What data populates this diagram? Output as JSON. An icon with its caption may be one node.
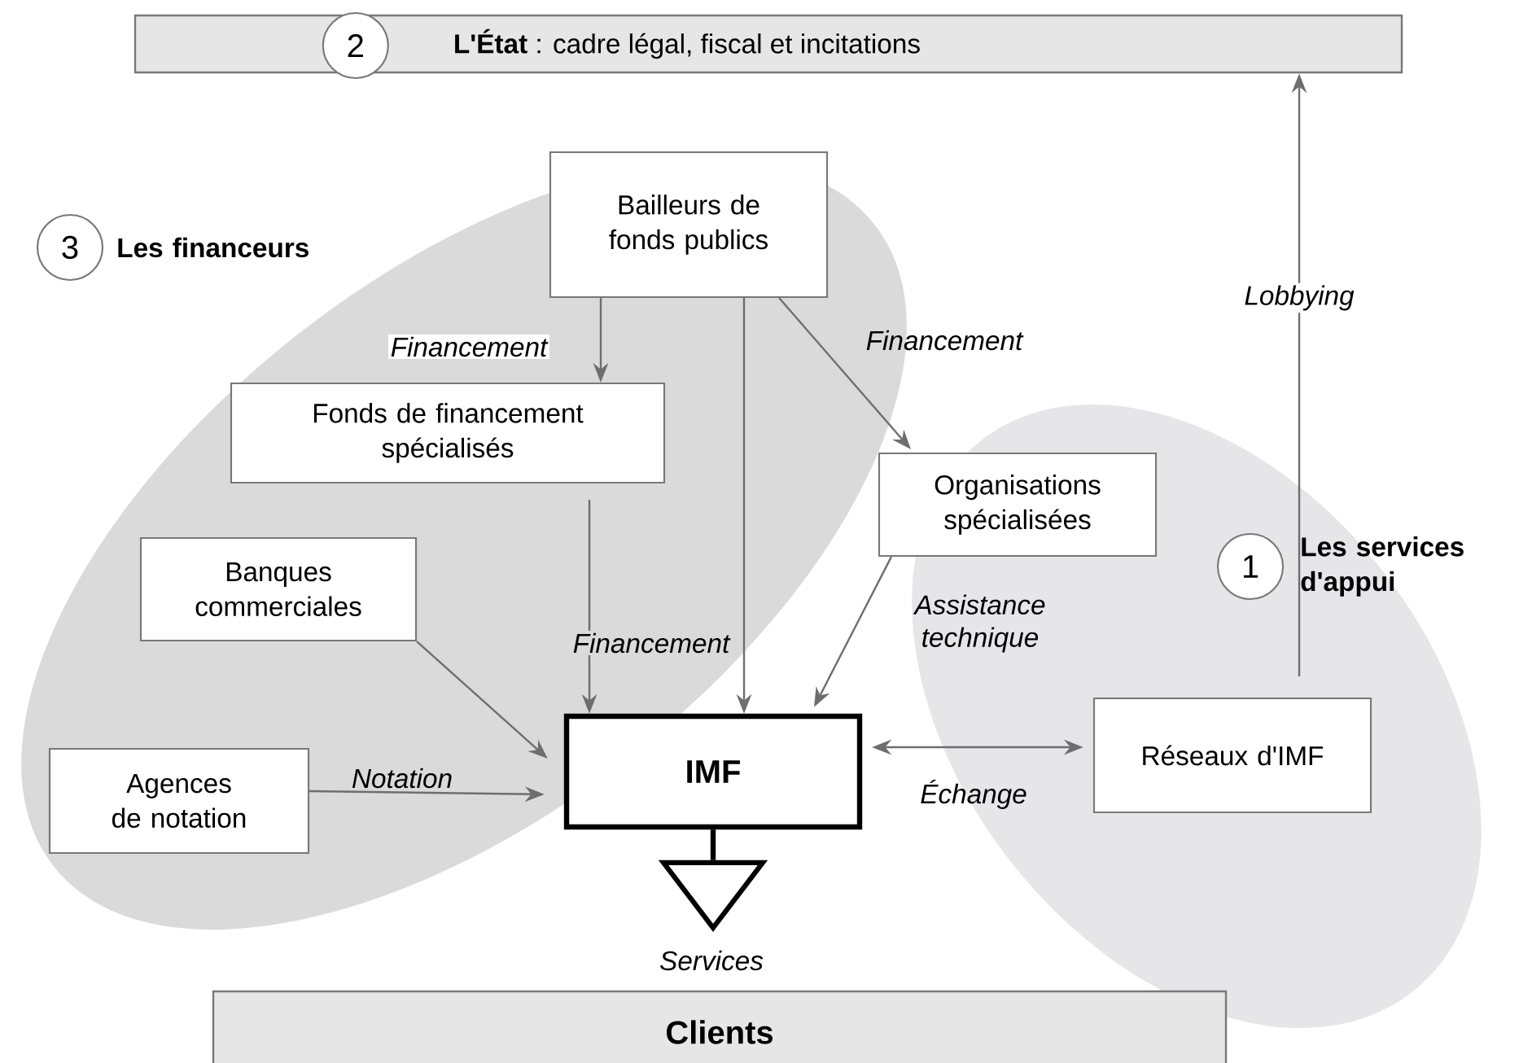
{
  "diagram": {
    "nodes": [
      {
        "text": [
          "**L'État** : cadre légal, fiscal et incitations"
        ]
      },
      {
        "text": [
          "2"
        ],
        "in": 0
      },
      {
        "text": [
          "3"
        ],
        "beside": [
          "Les financeurs"
        ]
      },
      {
        "text": [
          "Bailleurs de fonds publics"
        ]
      },
      {
        "text": [
          "Fonds de financement spécialisés"
        ]
      },
      {
        "text": [
          "Organisations spécialisées"
        ]
      },
      {
        "text": [
          "1"
        ],
        "beside": [
          "Les services d'appui"
        ]
      },
      {
        "text": [
          "Banques commerciales"
        ]
      },
      {
        "text": [
          "Agences de notation"
        ]
      },
      {
        "text": [
          "IMF"
        ]
      },
      {
        "text": [
          "Réseaux d'IMF"
        ]
      },
      {
        "text": [],
        "shape": "triangle",
        "beside": [
          "Services"
        ]
      },
      {
        "text": [
          "Clients"
        ]
      }
    ],
    "edges": [
      {
        "from": 3,
        "to": 4,
        "arrow": "to",
        "label": "Financement"
      },
      {
        "from": 3,
        "to": 9,
        "arrow": "to"
      },
      {
        "from": 3,
        "to": 5,
        "arrow": "to",
        "label": "Financement"
      },
      {
        "from": 4,
        "to": 9,
        "arrow": "to",
        "label": "Financement"
      },
      {
        "from": 7,
        "to": 9,
        "arrow": "to"
      },
      {
        "from": 8,
        "to": 9,
        "arrow": "to",
        "label": "Notation"
      },
      {
        "from": 5,
        "to": 9,
        "arrow": "to",
        "label": "Assistance technique"
      },
      {
        "from": 9,
        "to": 10,
        "arrow": "both",
        "label": "Échange"
      },
      {
        "from": 10,
        "to": 0,
        "arrow": "to",
        "label": "Lobbying"
      },
      {
        "from": 9,
        "to": 11,
        "arrow": "none",
        "style": "thick",
        "color": "#000000"
      }
    ]
  }
}
